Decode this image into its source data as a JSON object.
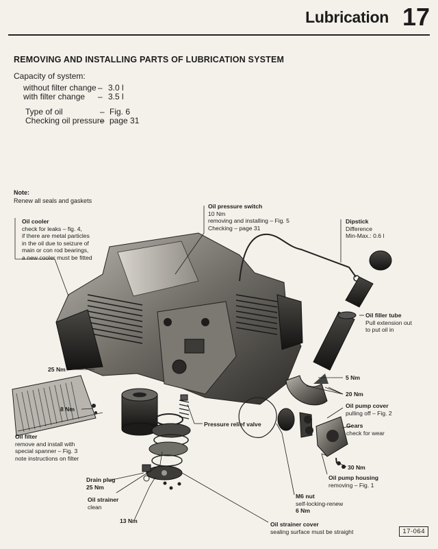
{
  "header": {
    "title": "Lubrication",
    "chapter": "17"
  },
  "section_title": "REMOVING AND INSTALLING PARTS OF LUBRICATION SYSTEM",
  "capacity": {
    "heading": "Capacity of system:",
    "rows": [
      {
        "label": "without filter change",
        "dash": "–",
        "value": "3.0 l"
      },
      {
        "label": "with filter change",
        "dash": "–",
        "value": "3.5 l"
      }
    ]
  },
  "refs": [
    {
      "label": "Type of oil",
      "dash": "–",
      "value": "Fig. 6"
    },
    {
      "label": "Checking oil pressure",
      "dash": "–",
      "value": "page 31"
    }
  ],
  "note": {
    "title": "Note:",
    "text": "Renew all seals and gaskets"
  },
  "callouts": {
    "oil_pressure_switch": {
      "title": "Oil pressure switch",
      "lines": [
        "10 Nm",
        "removing and installing – Fig. 5",
        "Checking – page 31"
      ]
    },
    "dipstick": {
      "title": "Dipstick",
      "lines": [
        "Difference",
        "Min-Max.: 0.6 l"
      ]
    },
    "oil_cooler": {
      "title": "Oil cooler",
      "lines": [
        "check for leaks – fig. 4,",
        "if there are metal particles",
        "in the oil due to seizure of",
        "main or con rod bearings,",
        "a new cooler must be fitted"
      ]
    },
    "oil_filler_tube": {
      "title": "Oil filler tube",
      "lines": [
        "Pull extension out",
        "to put oil in"
      ]
    },
    "nm_25": {
      "title": "25 Nm"
    },
    "nm_5": {
      "title": "5 Nm"
    },
    "nm_20": {
      "title": "20 Nm"
    },
    "oil_pump_cover": {
      "title": "Oil pump cover",
      "lines": [
        "pulling off – Fig. 2"
      ]
    },
    "nm_8": {
      "title": "8 Nm"
    },
    "pressure_relief_valve": {
      "title": "Pressure relief valve"
    },
    "gears": {
      "title": "Gears",
      "lines": [
        "check for wear"
      ]
    },
    "oil_filter": {
      "title": "Oil filter",
      "lines": [
        "remove and install with",
        "special spanner – Fig. 3",
        "note instructions on filter"
      ]
    },
    "nm_30": {
      "title": "30 Nm"
    },
    "drain_plug": {
      "title": "Drain plug",
      "lines": [
        "25 Nm"
      ]
    },
    "oil_pump_housing": {
      "title": "Oil pump housing",
      "lines": [
        "removing – Fig. 1"
      ]
    },
    "oil_strainer": {
      "title": "Oil strainer",
      "lines": [
        "clean"
      ]
    },
    "m6_nut": {
      "title": "M6 nut",
      "lines": [
        "self-locking-renew",
        "6 Nm"
      ]
    },
    "nm_13": {
      "title": "13 Nm"
    },
    "oil_strainer_cover": {
      "title": "Oil strainer cover",
      "lines": [
        "sealing surface must be straight"
      ]
    }
  },
  "figure_number": "17-064"
}
